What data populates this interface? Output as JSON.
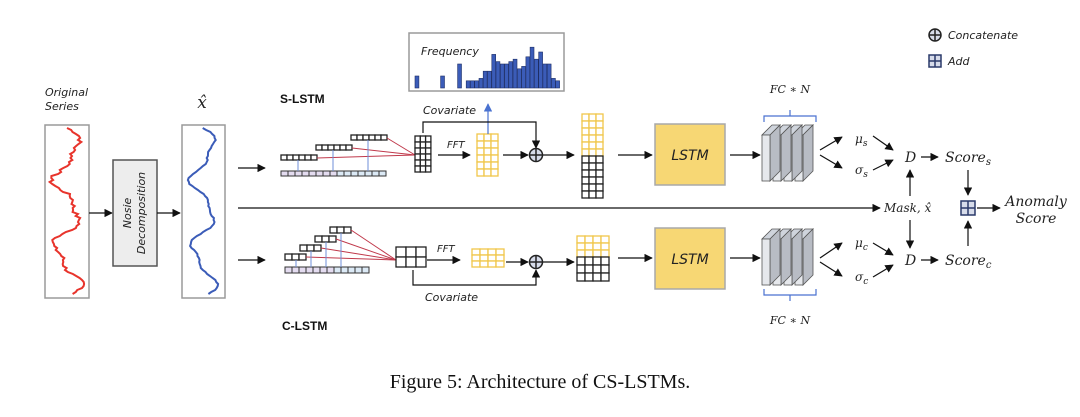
{
  "figure": {
    "caption": "Figure 5: Architecture of CS-LSTMs.",
    "legend": {
      "concatenate_label": "Concatenate",
      "add_label": "Add"
    },
    "input": {
      "original_series_line1": "Original",
      "original_series_line2": "Series",
      "decomposition_line1": "Nosie",
      "decomposition_line2": "Decomposition",
      "x_hat_label": "x̂"
    },
    "s_branch": {
      "title": "S-LSTM",
      "frequency_label": "Frequency",
      "covariate_label": "Covariate",
      "fft_label": "FFT",
      "lstm_label": "LSTM",
      "fc_label": "FC ∗ N",
      "mu_label": "μ",
      "mu_sub": "s",
      "sigma_label": "σ",
      "sigma_sub": "s",
      "d_label": "D",
      "score_label": "Score",
      "score_sub": "s"
    },
    "c_branch": {
      "title": "C-LSTM",
      "covariate_label": "Covariate",
      "fft_label": "FFT",
      "lstm_label": "LSTM",
      "fc_label": "FC ∗ N",
      "mu_label": "μ",
      "mu_sub": "c",
      "sigma_label": "σ",
      "sigma_sub": "c",
      "d_label": "D",
      "score_label": "Score",
      "score_sub": "c"
    },
    "mask_label": "Mask, x̂",
    "anomaly_line1": "Anomaly",
    "anomaly_line2": "Score",
    "frequency_histogram": [
      0.25,
      0,
      0,
      0,
      0,
      0,
      0.25,
      0,
      0,
      0,
      0.5,
      0,
      0.15,
      0.15,
      0.15,
      0.2,
      0.35,
      0.35,
      0.7,
      0.55,
      0.5,
      0.5,
      0.55,
      0.6,
      0.4,
      0.45,
      0.65,
      0.85,
      0.6,
      0.75,
      0.5,
      0.5,
      0.2,
      0.15
    ],
    "colors": {
      "original_series": "#e8342c",
      "denoised_series": "#3b5cb8",
      "lstm_fill": "#f7d774",
      "fft_grid": "#f0c74a",
      "hist_bar": "#3b5cb8",
      "red_link": "#c0394b",
      "blue_link": "#6f8fd8"
    }
  }
}
